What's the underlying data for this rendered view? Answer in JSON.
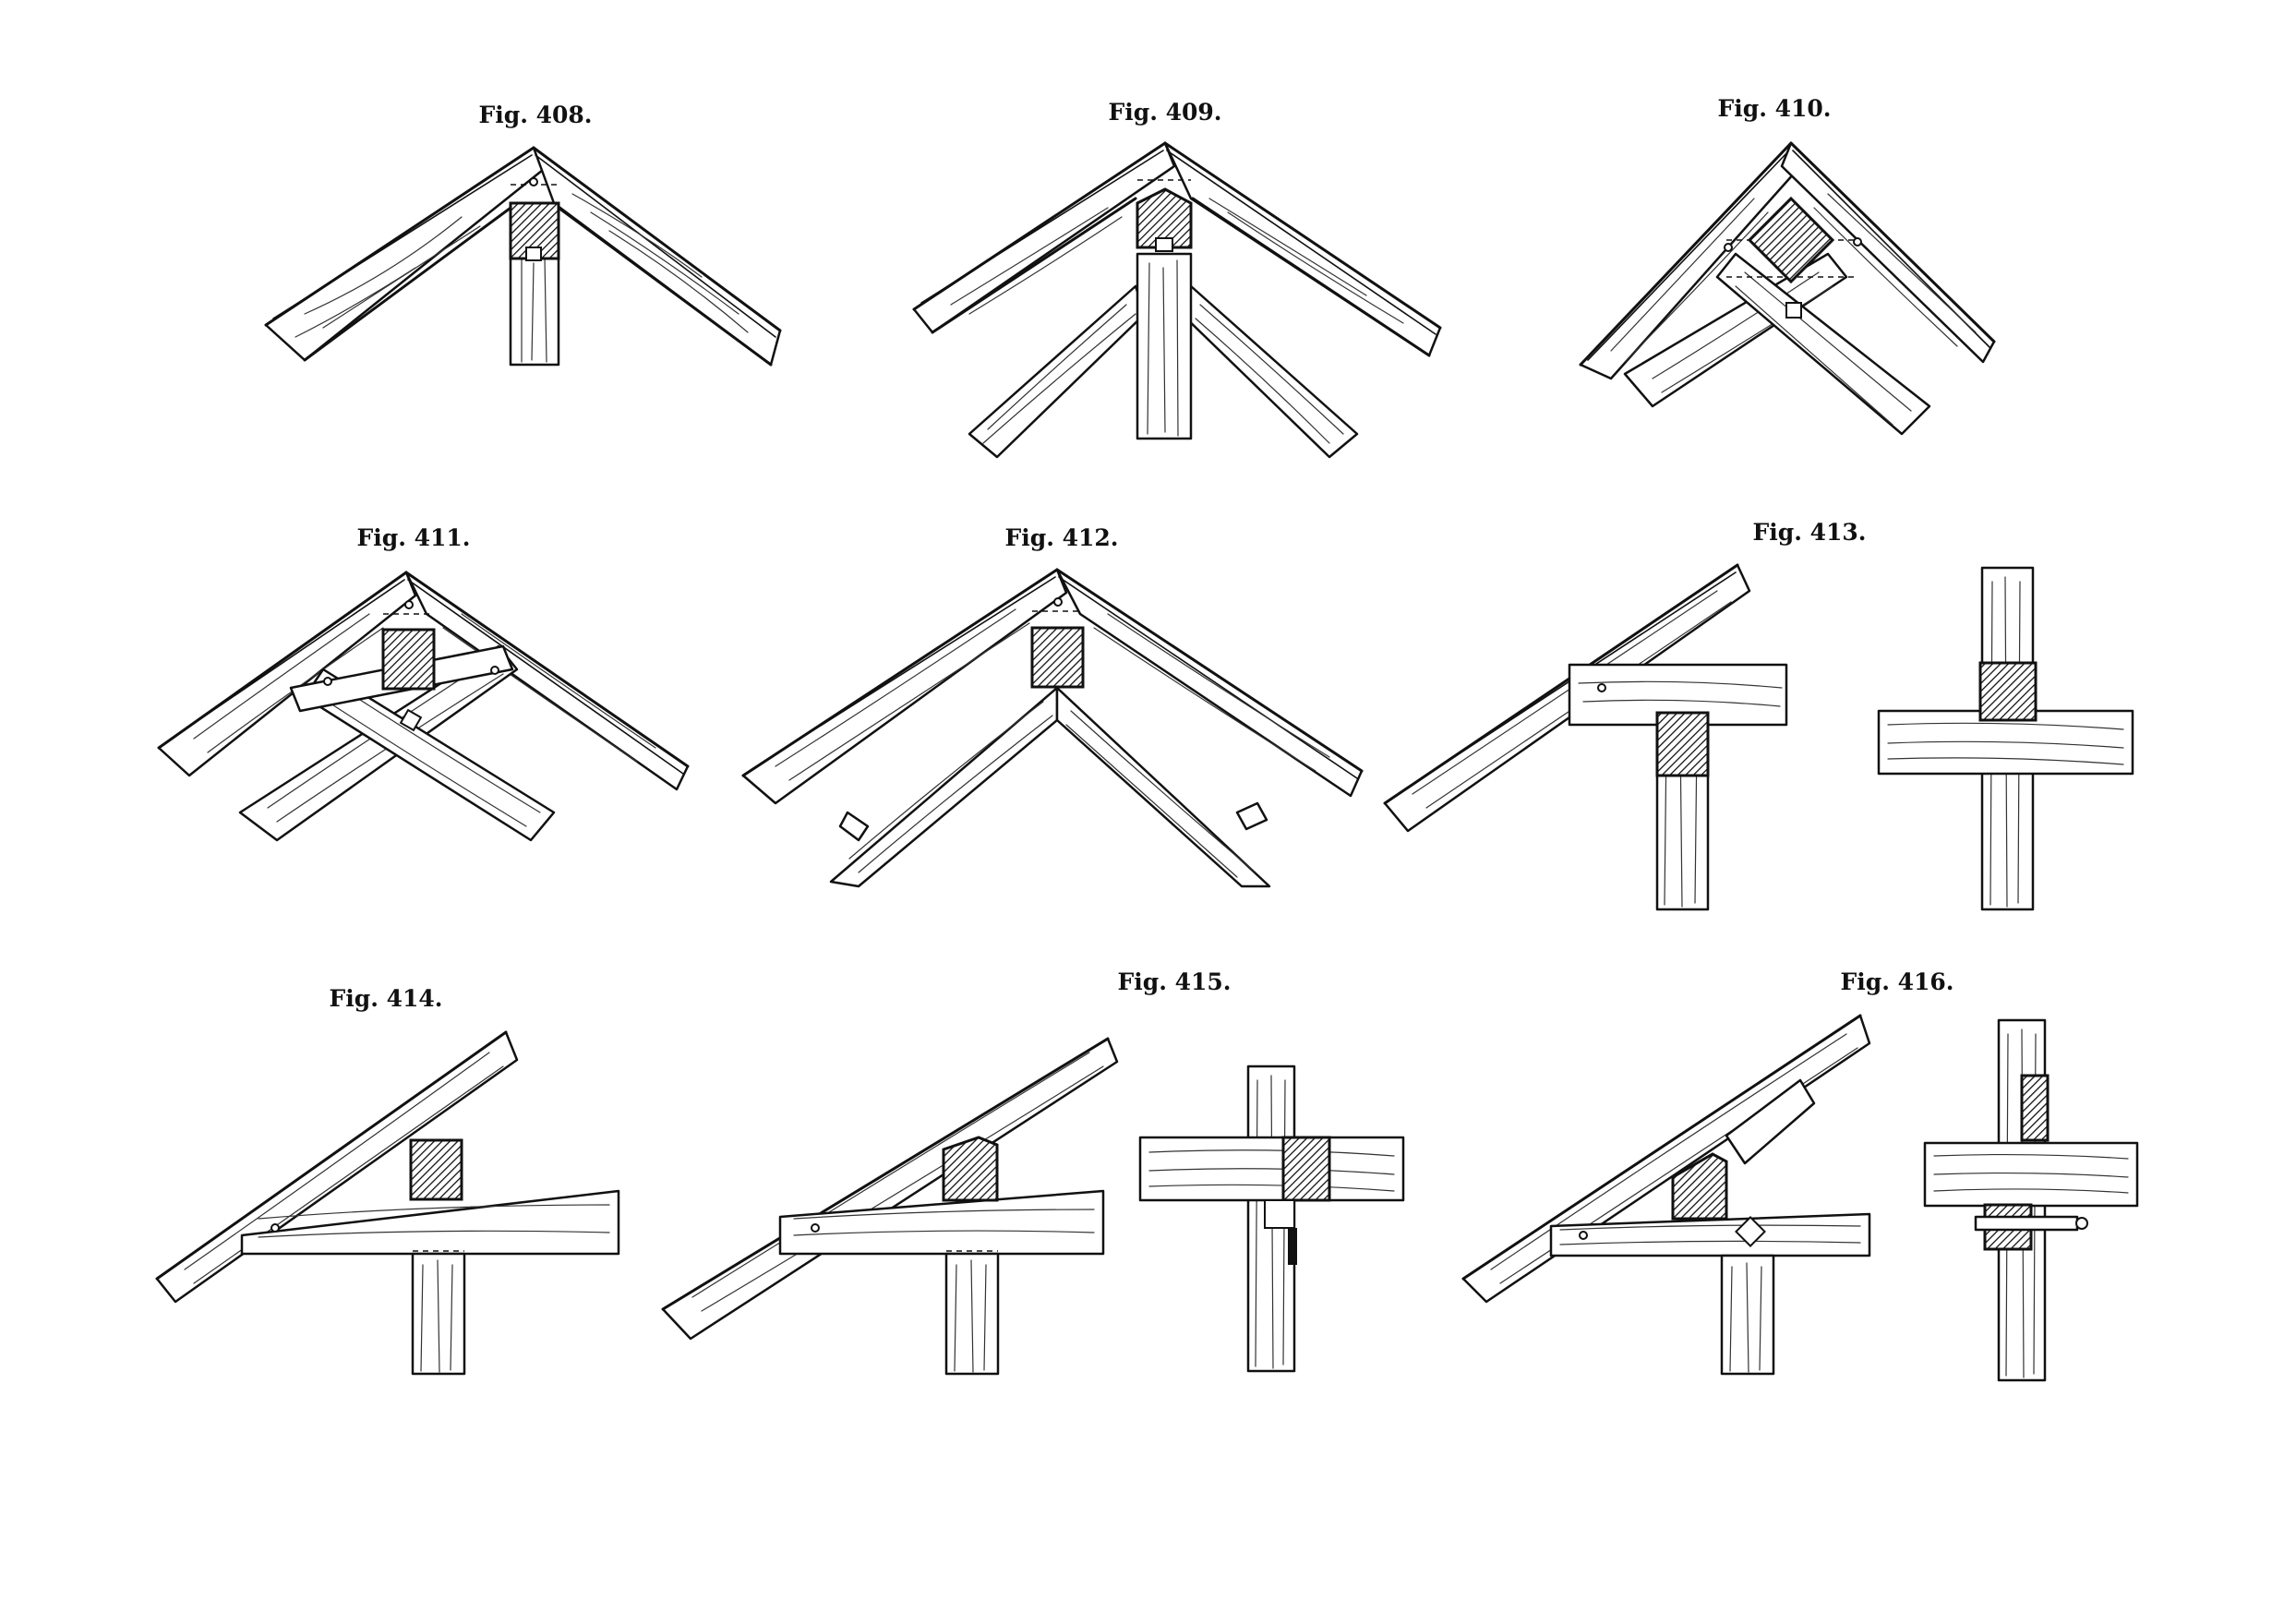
{
  "plate": {
    "background": "#ffffff",
    "ink": "#111111"
  },
  "figures": [
    {
      "id": "408",
      "label": "Fig. 408."
    },
    {
      "id": "409",
      "label": "Fig. 409."
    },
    {
      "id": "410",
      "label": "Fig. 410."
    },
    {
      "id": "411",
      "label": "Fig. 411."
    },
    {
      "id": "412",
      "label": "Fig. 412."
    },
    {
      "id": "413",
      "label": "Fig. 413."
    },
    {
      "id": "414",
      "label": "Fig. 414."
    },
    {
      "id": "415",
      "label": "Fig. 415."
    },
    {
      "id": "416",
      "label": "Fig. 416."
    }
  ]
}
